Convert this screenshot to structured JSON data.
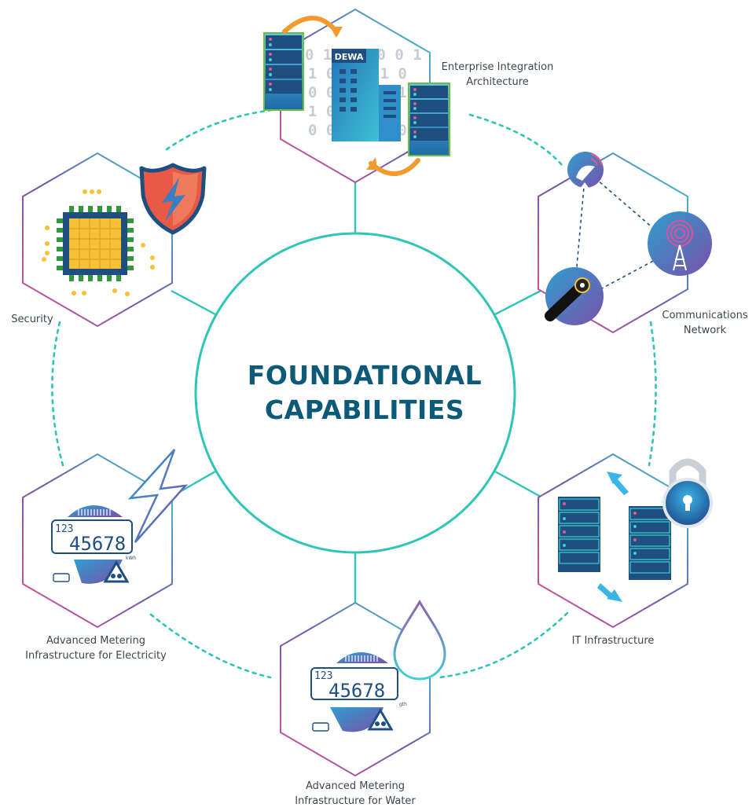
{
  "title": {
    "line1": "FOUNDATIONAL",
    "line2": "CAPABILITIES"
  },
  "capabilities": [
    {
      "id": "enterprise",
      "line1": "Enterprise Integration",
      "line2": "Architecture"
    },
    {
      "id": "communications",
      "line1": "Communications",
      "line2": "Network"
    },
    {
      "id": "it",
      "line1": "IT Infrastructure",
      "line2": ""
    },
    {
      "id": "ami-water",
      "line1": "Advanced Metering",
      "line2": "Infrastructure for Water"
    },
    {
      "id": "ami-electricity",
      "line1": "Advanced Metering",
      "line2": "Infrastructure for Electricity"
    },
    {
      "id": "security",
      "line1": "Security",
      "line2": ""
    }
  ],
  "icon_text": {
    "building_sign": "DEWA",
    "binary_rows": [
      "0 1 1 0 0 0 1",
      "1 0 0 1 1 0",
      "0 0 1 0 0 1",
      "1 0 1 1 0",
      "0 0 1 1 0 0 1"
    ],
    "meter_small": "123",
    "meter_big": "45678",
    "meter_unit_electric": "kWh",
    "meter_unit_water": "gth"
  },
  "colors": {
    "accent": "#2ec4b6",
    "title": "#0d5a78",
    "hex_gradient_start": "#e0509a",
    "hex_gradient_mid": "#6b5aa8",
    "hex_gradient_end": "#3ecfd0",
    "server": "#1f4f80",
    "orange": "#f39a2e",
    "shield_red": "#e85a45",
    "chip_yellow": "#f6c137"
  }
}
